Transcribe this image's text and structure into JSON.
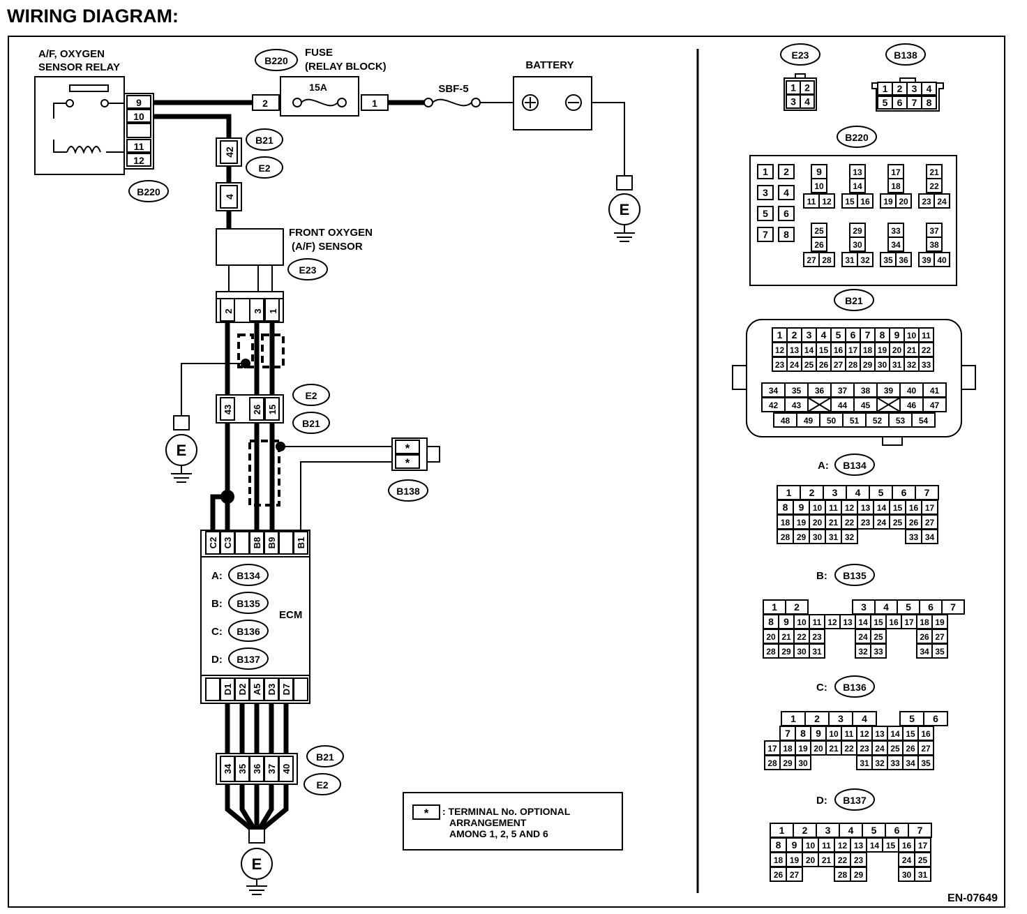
{
  "title": "WIRING DIAGRAM:",
  "figure_id": "EN-07649",
  "labels": {
    "relay_line1": "A/F, OXYGEN",
    "relay_line2": "SENSOR RELAY",
    "fuse_line1": "FUSE",
    "fuse_line2": "(RELAY BLOCK)",
    "fuse_rating": "15A",
    "sbf": "SBF-5",
    "battery": "BATTERY",
    "sensor_line1": "FRONT OXYGEN",
    "sensor_line2": "(A/F) SENSOR",
    "ecm": "ECM",
    "ground": "E",
    "note_star": "*",
    "note_line1": ": TERMINAL No. OPTIONAL",
    "note_line2": "ARRANGEMENT",
    "note_line3": "AMONG 1, 2, 5 AND 6"
  },
  "tags": {
    "b220": "B220",
    "b21": "B21",
    "e2": "E2",
    "e23": "E23",
    "b138": "B138",
    "b134": "B134",
    "b135": "B135",
    "b136": "B136",
    "b137": "B137"
  },
  "ecm_prefixes": {
    "a": "A:",
    "b": "B:",
    "c": "C:",
    "d": "D:"
  },
  "pins": {
    "relay": [
      "9",
      "10",
      "",
      "11",
      "12"
    ],
    "fuse_left": "2",
    "fuse_right": "1",
    "b21_42": "42",
    "e2_4": "4",
    "sensor": [
      "2",
      "3",
      "1"
    ],
    "mid": [
      "43",
      "26",
      "15"
    ],
    "b138": [
      "*",
      "*"
    ],
    "ecm_top": [
      "C2",
      "C3",
      "",
      "B8",
      "B9",
      "",
      "B1"
    ],
    "ecm_bottom": [
      "D1",
      "D2",
      "A5",
      "D3",
      "D7"
    ],
    "ground_joint": [
      "34",
      "35",
      "36",
      "37",
      "40"
    ]
  },
  "connector_e23": [
    "1",
    "2",
    "3",
    "4"
  ],
  "connector_b138": [
    "1",
    "2",
    "3",
    "4",
    "5",
    "6",
    "7",
    "8"
  ],
  "connector_b220": {
    "left": [
      "1",
      "2",
      "3",
      "4",
      "5",
      "6",
      "7",
      "8"
    ],
    "groups": [
      [
        "9",
        "10",
        "11",
        "12"
      ],
      [
        "13",
        "14",
        "15",
        "16"
      ],
      [
        "17",
        "18",
        "19",
        "20"
      ],
      [
        "21",
        "22",
        "23",
        "24"
      ],
      [
        "25",
        "26",
        "27",
        "28"
      ],
      [
        "29",
        "30",
        "31",
        "32"
      ],
      [
        "33",
        "34",
        "35",
        "36"
      ],
      [
        "37",
        "38",
        "39",
        "40"
      ]
    ]
  },
  "connector_b21": {
    "row1": [
      "1",
      "2",
      "3",
      "4",
      "5",
      "6",
      "7",
      "8",
      "9",
      "10",
      "11"
    ],
    "row2": [
      "12",
      "13",
      "14",
      "15",
      "16",
      "17",
      "18",
      "19",
      "20",
      "21",
      "22"
    ],
    "row3": [
      "23",
      "24",
      "25",
      "26",
      "27",
      "28",
      "29",
      "30",
      "31",
      "32",
      "33"
    ],
    "row4": [
      "34",
      "35",
      "36",
      "37",
      "38",
      "39",
      "40",
      "41"
    ],
    "row5": [
      "42",
      "43",
      "X",
      "44",
      "45",
      "X",
      "46",
      "47"
    ],
    "row6": [
      "48",
      "49",
      "50",
      "51",
      "52",
      "53",
      "54"
    ]
  },
  "connector_a": {
    "row1": [
      "1",
      "2",
      "3",
      "4",
      "5",
      "6",
      "7"
    ],
    "row2": [
      "8",
      "9",
      "10",
      "11",
      "12",
      "13",
      "14",
      "15",
      "16",
      "17"
    ],
    "row3": [
      "18",
      "19",
      "20",
      "21",
      "22",
      "23",
      "24",
      "25",
      "26",
      "27"
    ],
    "row4": [
      "28",
      "29",
      "30",
      "31",
      "32",
      "",
      "",
      "",
      "33",
      "34"
    ]
  },
  "connector_b": {
    "row1": [
      "1",
      "2",
      "",
      "",
      "3",
      "4",
      "5",
      "6",
      "7"
    ],
    "row2": [
      "8",
      "9",
      "10",
      "11",
      "12",
      "13",
      "14",
      "15",
      "16",
      "17",
      "18",
      "19"
    ],
    "row3": [
      "20",
      "21",
      "22",
      "23",
      "",
      "",
      "24",
      "25",
      "",
      "",
      "26",
      "27"
    ],
    "row4": [
      "28",
      "29",
      "30",
      "31",
      "",
      "",
      "32",
      "33",
      "",
      "",
      "34",
      "35"
    ]
  },
  "connector_c": {
    "row1": [
      "1",
      "2",
      "3",
      "4",
      "",
      "5",
      "6"
    ],
    "row2": [
      "",
      "7",
      "8",
      "9",
      "10",
      "11",
      "12",
      "13",
      "14",
      "15",
      "16"
    ],
    "row3": [
      "17",
      "18",
      "19",
      "20",
      "21",
      "22",
      "23",
      "24",
      "25",
      "26",
      "27"
    ],
    "row4": [
      "28",
      "29",
      "30",
      "",
      "",
      "",
      "31",
      "32",
      "33",
      "34",
      "35"
    ]
  },
  "connector_d": {
    "row1": [
      "1",
      "2",
      "3",
      "4",
      "5",
      "6",
      "7"
    ],
    "row2": [
      "8",
      "9",
      "10",
      "11",
      "12",
      "13",
      "14",
      "15",
      "16",
      "17"
    ],
    "row3": [
      "18",
      "19",
      "20",
      "21",
      "22",
      "23",
      "",
      "",
      "24",
      "25"
    ],
    "row4": [
      "26",
      "27",
      "",
      "",
      "28",
      "29",
      "",
      "",
      "30",
      "31"
    ]
  }
}
